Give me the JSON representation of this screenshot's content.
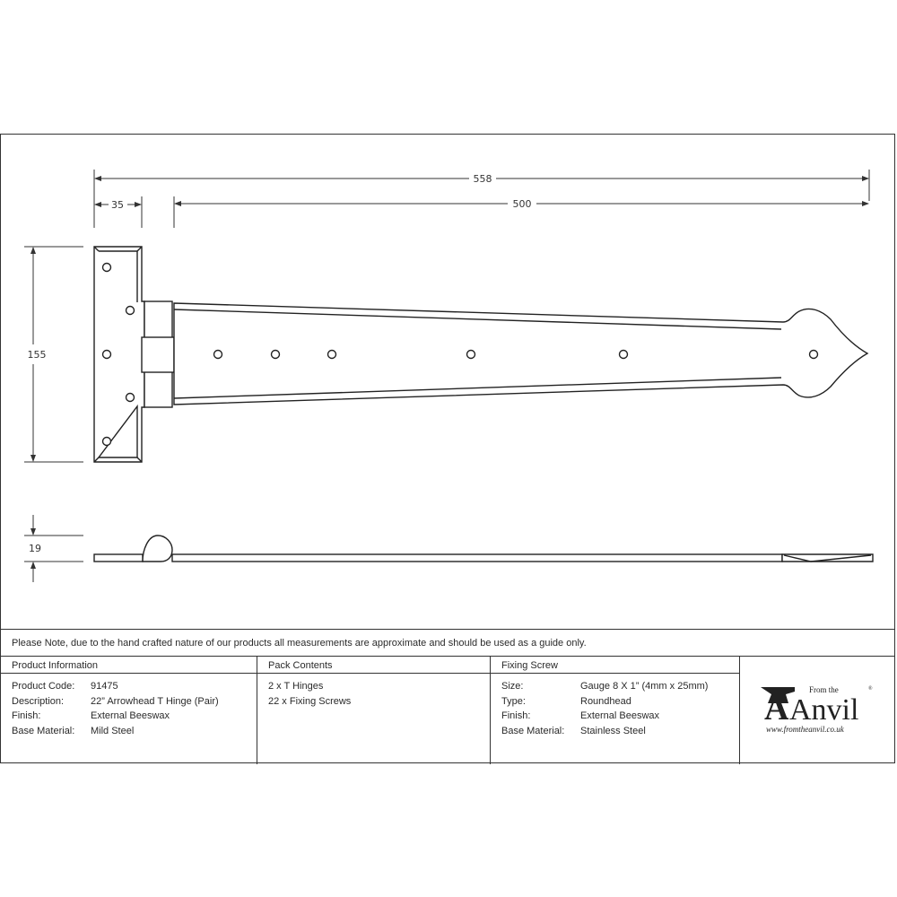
{
  "drawing": {
    "dimensions": {
      "overall_length": "558",
      "strap_length": "500",
      "leaf_width": "35",
      "leaf_height": "155",
      "thickness": "19"
    }
  },
  "note": "Please Note, due to the hand crafted nature of our products all measurements are approximate and should be used as a guide only.",
  "product_info": {
    "header": "Product Information",
    "rows": [
      {
        "label": "Product Code:",
        "value": "91475"
      },
      {
        "label": "Description:",
        "value": "22” Arrowhead T Hinge (Pair)"
      },
      {
        "label": "Finish:",
        "value": "External Beeswax"
      },
      {
        "label": "Base Material:",
        "value": "Mild Steel"
      }
    ]
  },
  "pack_contents": {
    "header": "Pack Contents",
    "items": [
      "2 x T Hinges",
      "22 x Fixing Screws"
    ]
  },
  "fixing_screw": {
    "header": "Fixing Screw",
    "rows": [
      {
        "label": "Size:",
        "value": "Gauge 8 X 1” (4mm x 25mm)"
      },
      {
        "label": "Type:",
        "value": "Roundhead"
      },
      {
        "label": "Finish:",
        "value": "External Beeswax"
      },
      {
        "label": "Base Material:",
        "value": "Stainless Steel"
      }
    ]
  },
  "logo": {
    "small_text": "From the",
    "brand": "Anvil",
    "registered": "®",
    "url": "www.fromtheanvil.co.uk"
  }
}
